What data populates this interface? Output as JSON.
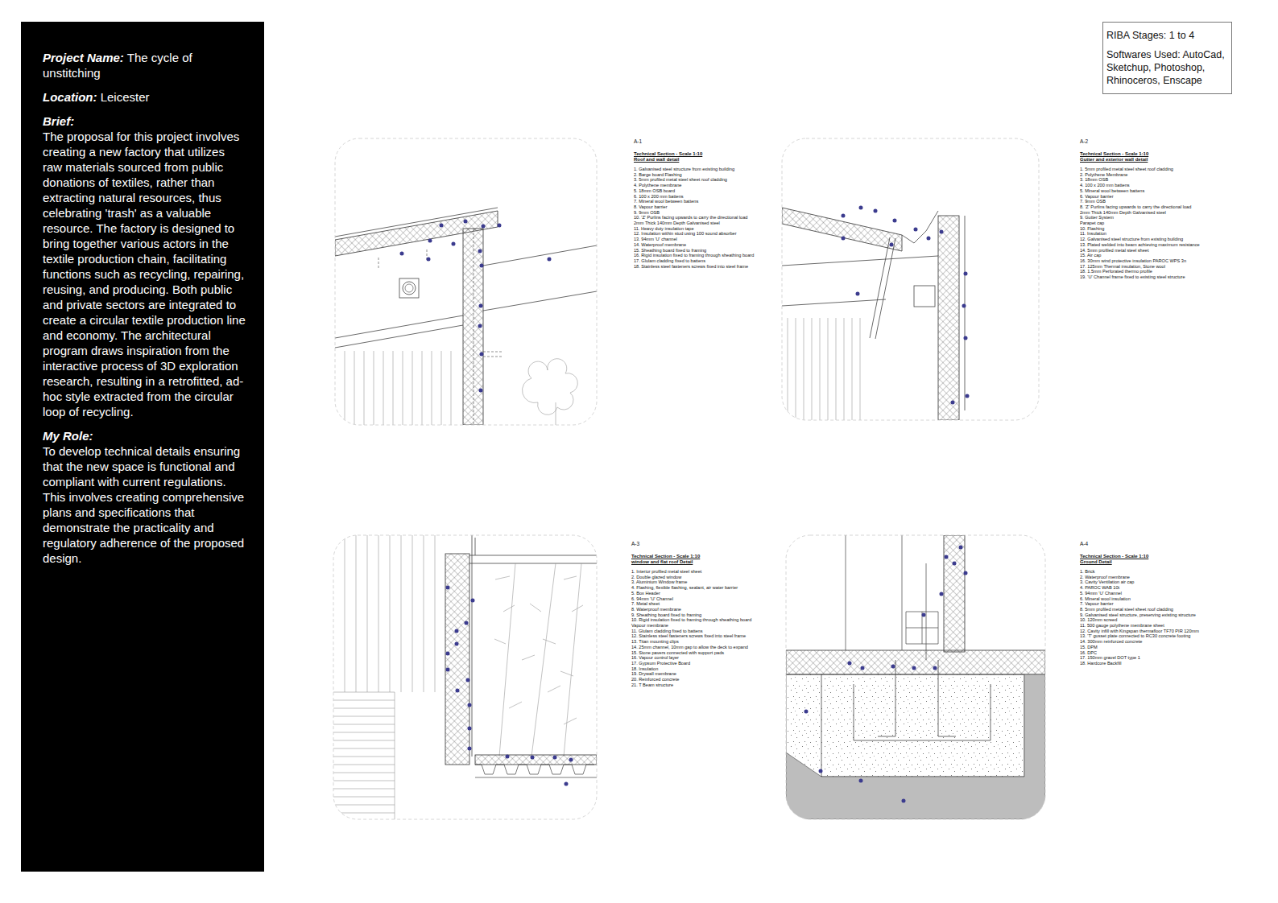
{
  "diagram": {
    "nodes": [
      {
        "text": [
          "Project Name:",
          "The cycle of unstitching",
          "Location:",
          "Leicester",
          "Brief:",
          "The proposal for this project involves creating a new factory that utilizes raw materials sourced from public donations of textiles, rather than extracting natural resources, thus celebrating 'trash' as a valuable resource. The factory is designed to bring together various actors in the textile production chain, facilitating functions such as recycling, repairing, reusing, and producing. Both public and private sectors are integrated to create a circular textile production line and economy. The architectural program draws inspiration from the interactive process of 3D exploration research, resulting in a retrofitted, ad-hoc style extracted from the circular loop of recycling.",
          "My Role:",
          "To develop technical details ensuring that the new space is functional and compliant with current regulations. This involves creating comprehensive plans and specifications that demonstrate the practicality and regulatory adherence of the proposed design."
        ]
      },
      {
        "text": [
          "RIBA Stages: 1 to 4",
          "Softwares Used: AutoCad, Sketchup, Photoshop, Rhinoceros, Enscape"
        ]
      }
    ],
    "labels": [
      "A-1",
      "Technical Section - Scale 1:10",
      "Roof and wall detail",
      "1. Galvanised steel structure from existing building",
      "2. Barge board Flashing",
      "3. 5mm profiled metal steel sheet roof cladding",
      "4. Polythene membrane",
      "5. 18mm OSB board",
      "6. 100 x 200 mm battens",
      "7. Mineral wool between battens",
      "8. Vapour barrier",
      "9. 9mm OSB",
      "10. 'Z' Purlins facing upwards to carry the directional load",
      "2mm Thick 140mm Depth Galvanised steel",
      "11. Heavy duty insulation tape",
      "12. Insulation within stud using 100 sound absorber",
      "13. 94mm 'U' channel",
      "14. Waterproof membrane",
      "15. Sheathing board fixed to framing",
      "16. Rigid insulation fixed to framing through sheathing board",
      "17. Glulam cladding fixed to battens",
      "18. Stainless steel fasteners screws fixed into steel frame",
      "A-2",
      "Technical Section - Scale 1:10",
      "Gutter and exterior wall detail",
      "1. 5mm profiled metal steel sheet roof cladding",
      "2. Polythene Membrane",
      "3. 18mm OSB",
      "4. 100 x 200 mm battens",
      "5. Mineral wool between battens",
      "6. Vapour barrier",
      "7. 9mm OSB",
      "8. 'Z' Purlins facing upwards to carry the directional load",
      "2mm Thick 140mm Depth Galvanised steel",
      "9. Gutter System",
      "Parapet cap",
      "10. Flashing",
      "11. Insulation",
      "12. Galvanised steel structure from existing building",
      "13. Plated welded into beam achieving maximum resistance",
      "14. 5mm profiled metal steel sheet",
      "15. Air cap",
      "16. 30mm wind protective insulation PAROC WPS 3n",
      "17. 125mm Thermal insulation, Stone wool",
      "18. 1.5mm Perforated thermo profile",
      "19. 'U' Channel frame fixed to existing steel structure",
      "A-3",
      "Technical Section - Scale 1:10",
      "window and flat roof Detail",
      "1. Interior profiled metal steel sheet",
      "2. Double glazed window",
      "3. Aluminium Window frame",
      "4. Flashing, flexible flashing, sealant, air water barrier",
      "5. Box Header",
      "6. 94mm 'U' Channel",
      "7. Metal sheet",
      "8. Waterproof membrane",
      "9. Sheathing board fixed to framing",
      "10. Rigid insulation fixed to framing through sheathing board",
      "Vapour membrane",
      "11. Glulam cladding fixed to battens",
      "12. Stainless steel fasteners screws fixed into steel frame",
      "13. Titan mounting clips",
      "14. 25mm channel, 10mm gap to allow the deck to expand",
      "15. Stone pavers connected with support pads",
      "16. Vapour control layer",
      "17. Gypsum Protective Board",
      "18. Insulation",
      "19. Drywall membrane",
      "20. Reinforced concrete",
      "21. T Beam structure",
      "A-4",
      "Technical Section - Scale 1:10",
      "Ground Detail",
      "1. Brick",
      "2. Waterproof membrane",
      "3. Cavity Ventilation air cap",
      "4. PAROC WAB 10t",
      "5. 94mm 'U' Channel",
      "6. Mineral wool insulation",
      "7. Vapour barrier",
      "8. 5mm profiled metal steel sheet roof cladding",
      "9. Galvanised steel structure, preserving existing structure",
      "10. 120mm screed",
      "11. 500 gauge polythene membrane sheet",
      "12. Cavity infill with Kingspan thermafloor TF70 PIR 120mm",
      "13. 'T' gusset plate connected to RC30 concrete footing",
      "14. 300mm reinforced concrete",
      "15. DPM",
      "16. DPC",
      "17. 150mm gravel DOT type 1",
      "18. Hardcore Backfill"
    ]
  }
}
